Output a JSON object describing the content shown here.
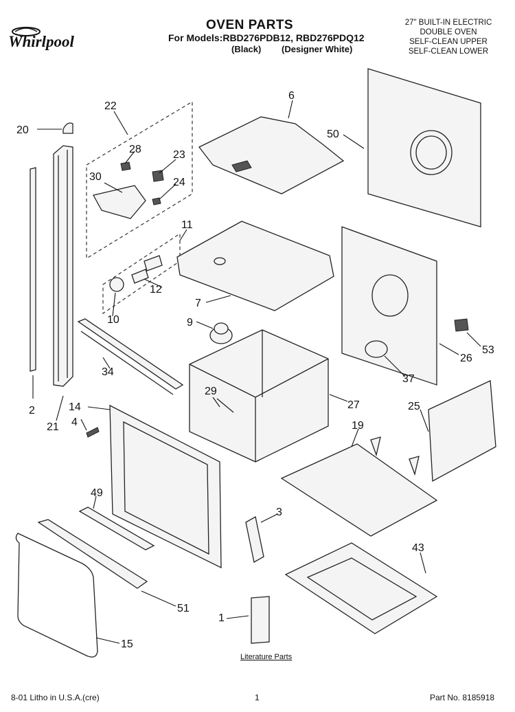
{
  "header": {
    "brand": "Whirlpool",
    "title": "OVEN PARTS",
    "models": "For Models:RBD276PDB12, RBD276PDQ12",
    "finish_black": "(Black)",
    "finish_white": "(Designer White)",
    "description": [
      "27\" BUILT-IN ELECTRIC",
      "DOUBLE OVEN",
      "SELF-CLEAN UPPER",
      "SELF-CLEAN LOWER"
    ]
  },
  "callouts": [
    "22",
    "20",
    "28",
    "23",
    "30",
    "24",
    "6",
    "50",
    "11",
    "12",
    "10",
    "7",
    "9",
    "53",
    "26",
    "37",
    "34",
    "2",
    "21",
    "14",
    "4",
    "29",
    "27",
    "25",
    "19",
    "49",
    "3",
    "43",
    "51",
    "1",
    "15"
  ],
  "literature_label": "Literature Parts",
  "footer": {
    "litho": "8-01 Litho in U.S.A.(cre)",
    "page": "1",
    "part_no": "Part No. 8185918"
  }
}
